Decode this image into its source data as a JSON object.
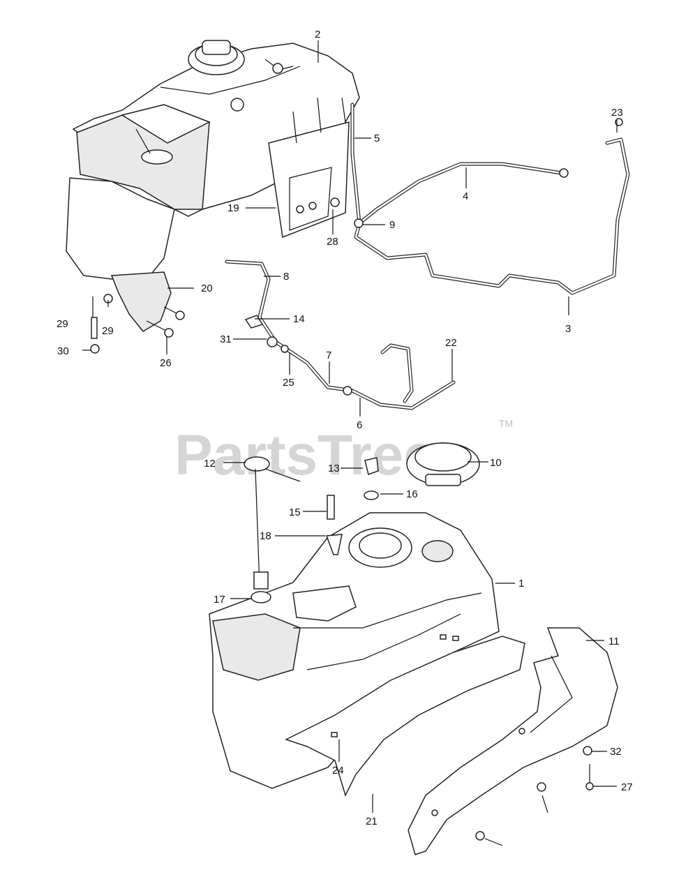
{
  "watermark": {
    "text": "PartsTree",
    "trademark": "TM"
  },
  "callouts": [
    {
      "id": "c2",
      "text": "2"
    },
    {
      "id": "c5",
      "text": "5"
    },
    {
      "id": "c23",
      "text": "23"
    },
    {
      "id": "c4",
      "text": "4"
    },
    {
      "id": "c19",
      "text": "19"
    },
    {
      "id": "c28",
      "text": "28"
    },
    {
      "id": "c9",
      "text": "9"
    },
    {
      "id": "c8",
      "text": "8"
    },
    {
      "id": "c20",
      "text": "20"
    },
    {
      "id": "c3",
      "text": "3"
    },
    {
      "id": "c29a",
      "text": "29"
    },
    {
      "id": "c29b",
      "text": "29"
    },
    {
      "id": "c14",
      "text": "14"
    },
    {
      "id": "c30",
      "text": "30"
    },
    {
      "id": "c31",
      "text": "31"
    },
    {
      "id": "c22",
      "text": "22"
    },
    {
      "id": "c26",
      "text": "26"
    },
    {
      "id": "c7",
      "text": "7"
    },
    {
      "id": "c25",
      "text": "25"
    },
    {
      "id": "c6",
      "text": "6"
    },
    {
      "id": "c12",
      "text": "12"
    },
    {
      "id": "c13",
      "text": "13"
    },
    {
      "id": "c10",
      "text": "10"
    },
    {
      "id": "c16",
      "text": "16"
    },
    {
      "id": "c15",
      "text": "15"
    },
    {
      "id": "c18",
      "text": "18"
    },
    {
      "id": "c1",
      "text": "1"
    },
    {
      "id": "c17",
      "text": "17"
    },
    {
      "id": "c11",
      "text": "11"
    },
    {
      "id": "c32",
      "text": "32"
    },
    {
      "id": "c24",
      "text": "24"
    },
    {
      "id": "c27",
      "text": "27"
    },
    {
      "id": "c21",
      "text": "21"
    }
  ]
}
